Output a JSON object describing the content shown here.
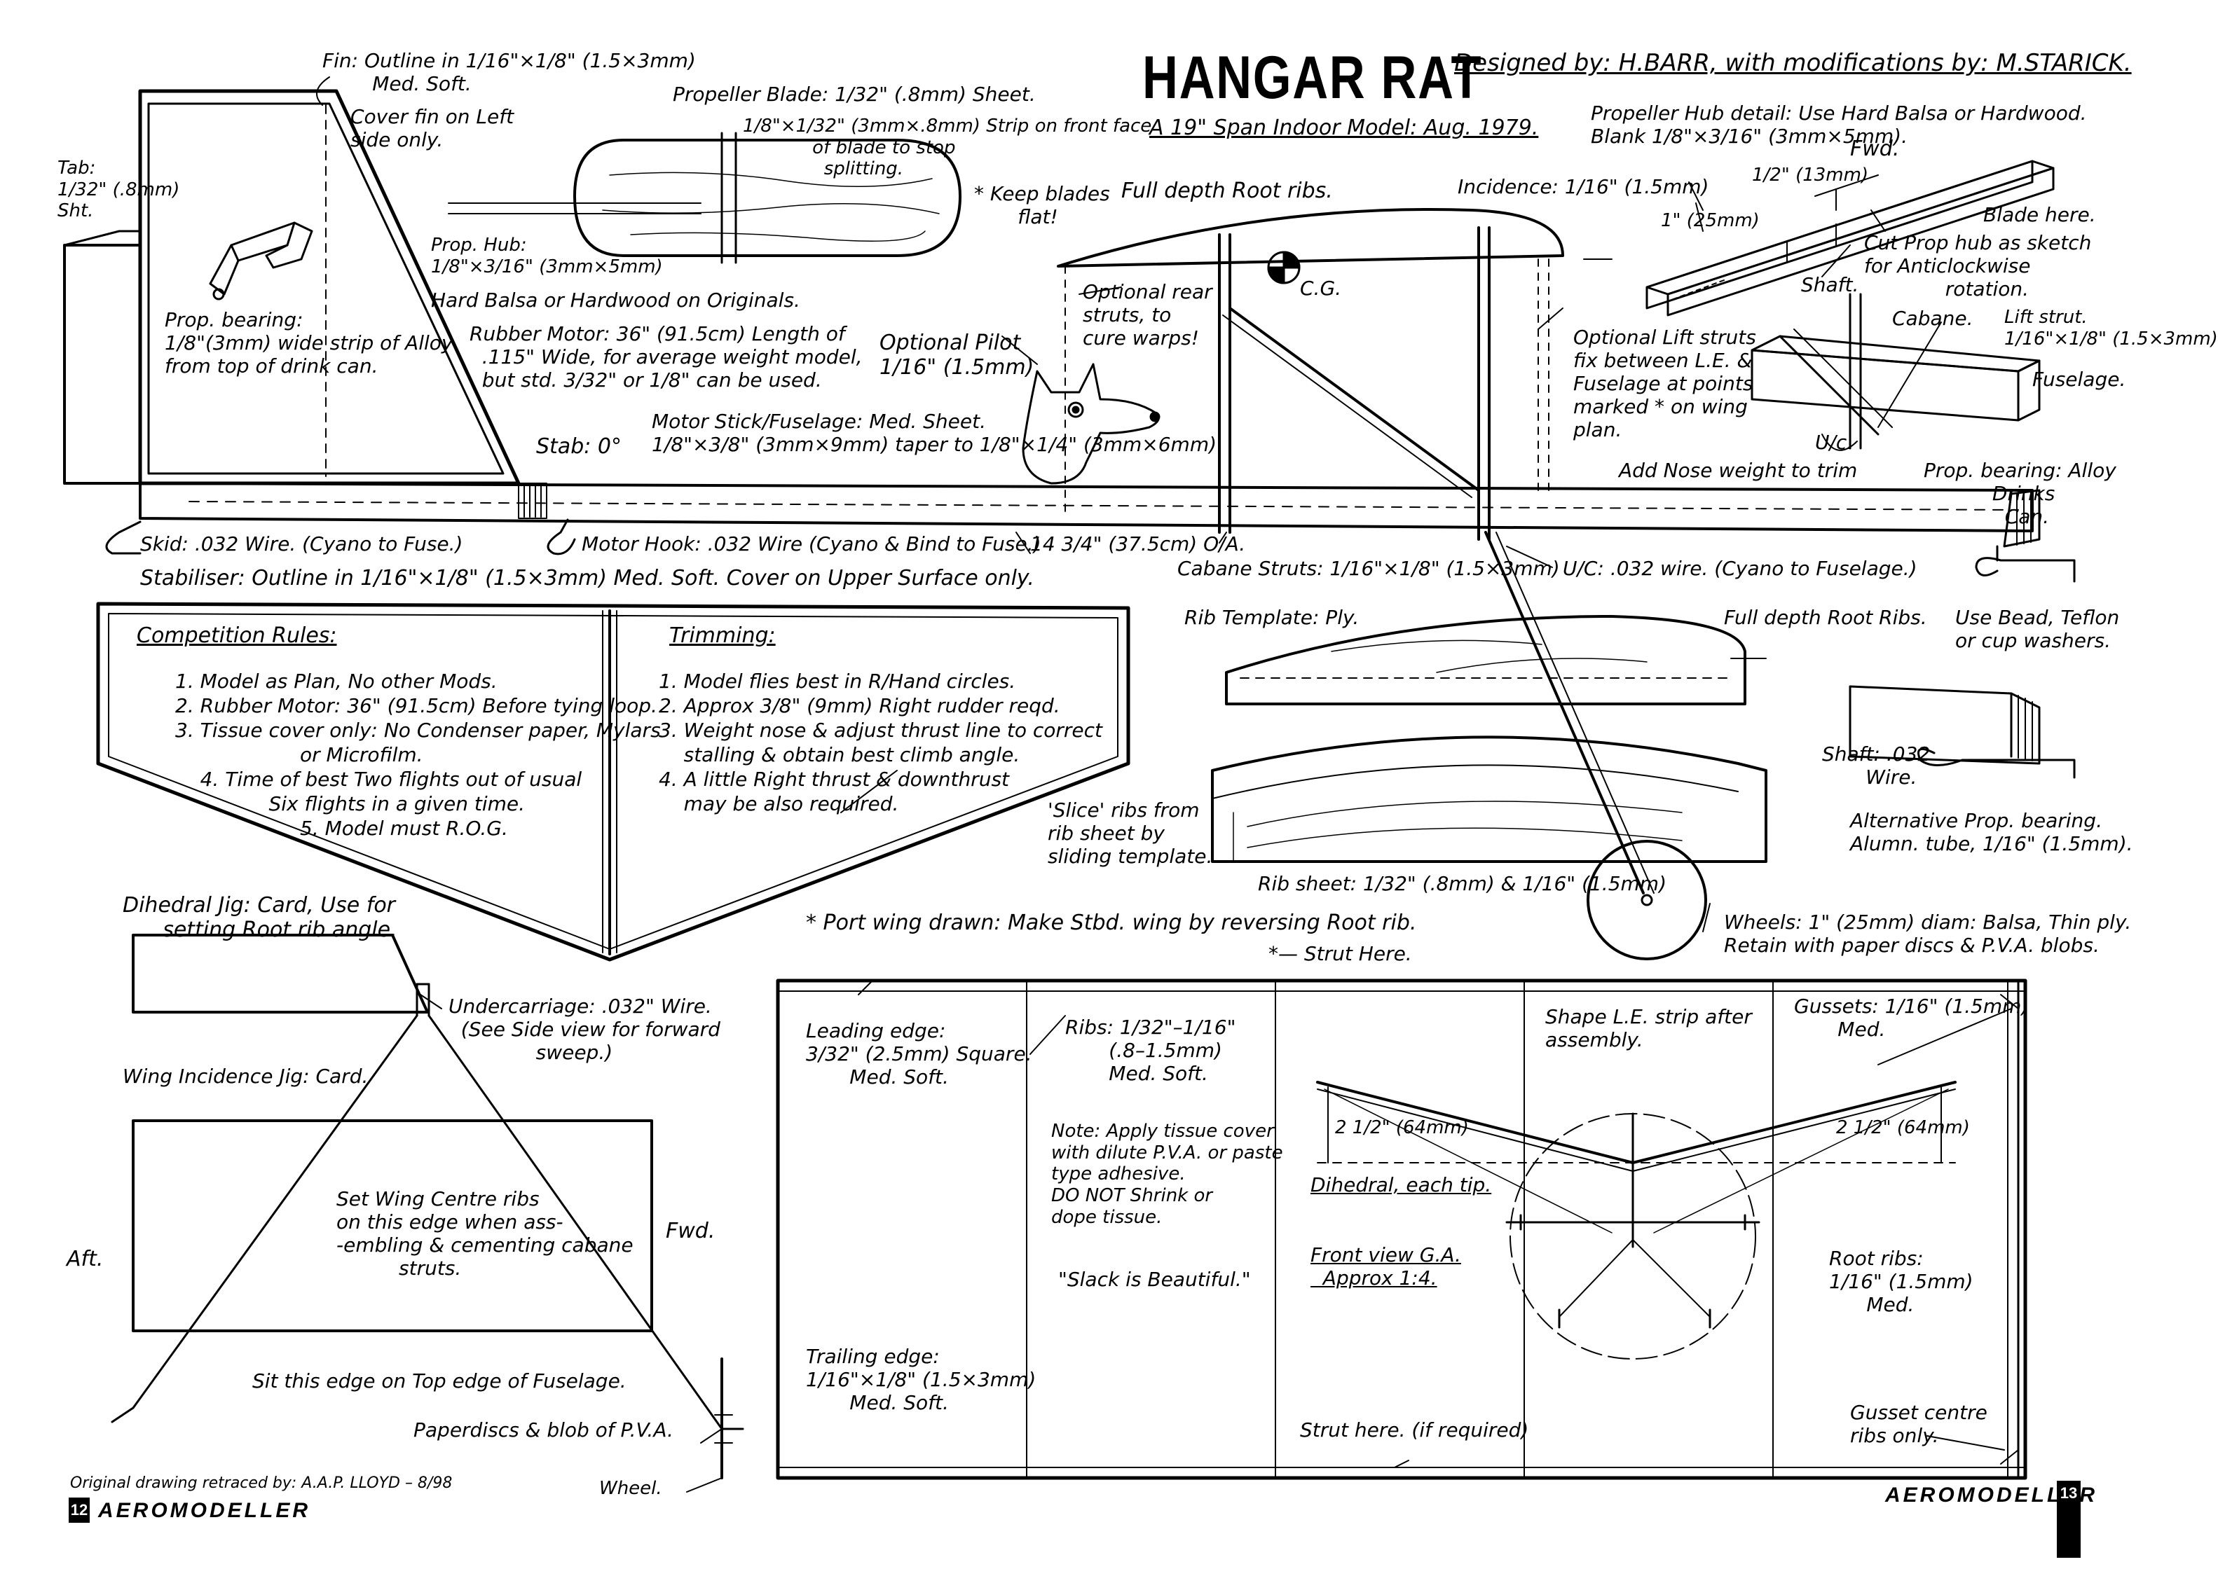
{
  "header": {
    "title": "HANGAR RAT",
    "designer": "Designed by: H.BARR, with modifications by: M.STARICK.",
    "subtitle": "A 19\" Span Indoor Model: Aug. 1979."
  },
  "fin": {
    "outline": "Fin: Outline in 1/16\"×1/8\" (1.5×3mm)\n        Med. Soft.",
    "cover": "Cover fin on Left\nside only.",
    "tab": "Tab:\n1/32\" (.8mm)\nSht.",
    "prop_bearing": "Prop. bearing:\n1/8\"(3mm) wide strip of Alloy\nfrom top of drink can."
  },
  "propeller": {
    "blade": "Propeller Blade: 1/32\" (.8mm) Sheet.",
    "strip": "1/8\"×1/32\" (3mm×.8mm) Strip on front face\n            of blade to stop\n              splitting.",
    "keep_flat": "* Keep blades\n       flat!",
    "hub": "Prop. Hub:\n1/8\"×3/16\" (3mm×5mm)",
    "hub_material": "Hard Balsa or Hardwood on Originals.",
    "rubber_motor": "Rubber Motor: 36\" (91.5cm) Length of\n  .115\" Wide, for average weight model,\n  but std. 3/32\" or 1/8\" can be used."
  },
  "side_view": {
    "full_depth_root": "Full depth Root ribs.",
    "cg": "C.G.",
    "optional_rear": "Optional rear\nstruts, to\ncure warps!",
    "optional_pilot": "Optional Pilot\n1/16\" (1.5mm)",
    "incidence": "Incidence: 1/16\" (1.5mm)",
    "motor_stick": "Motor Stick/Fuselage: Med. Sheet.\n1/8\"×3/8\" (3mm×9mm) taper to 1/8\"×1/4\" (3mm×6mm)",
    "stab": "Stab: 0°",
    "skid": "Skid: .032 Wire. (Cyano to Fuse.)",
    "motor_hook": "Motor Hook: .032 Wire (Cyano & Bind to Fuse.)",
    "length": "14 3/4\" (37.5cm) O/A.",
    "cabane": "Cabane Struts: 1/16\"×1/8\" (1.5×3mm)",
    "uc": "U/C: .032 wire. (Cyano to Fuselage.)",
    "optional_lift": "Optional Lift struts\nfix between L.E. &\nFuselage at points\nmarked * on wing\nplan.",
    "nose_weight": "Add Nose weight to trim",
    "prop_bearing_alloy": "Prop. bearing: Alloy\n           Drinks\n             Can."
  },
  "hub_detail": {
    "text": "Propeller Hub detail: Use Hard Balsa or Hardwood.\nBlank 1/8\"×3/16\" (3mm×5mm).",
    "fwd": "Fwd.",
    "dim_half": "1/2\" (13mm)",
    "dim_one": "1\" (25mm)",
    "blade_here": "Blade here.",
    "cut": "Cut Prop hub as sketch\nfor Anticlockwise\n             rotation.",
    "shaft": "Shaft.",
    "cabane": "Cabane.",
    "lift_strut": "Lift strut.\n1/16\"×1/8\" (1.5×3mm)",
    "fuselage": "Fuselage.",
    "uc": "U/c."
  },
  "stabiliser": {
    "label": "Stabiliser: Outline in 1/16\"×1/8\" (1.5×3mm) Med. Soft. Cover on Upper Surface only.",
    "rules_title": "Competition Rules:",
    "rules": "1. Model as Plan, No other Mods.\n2. Rubber Motor: 36\" (91.5cm) Before tying loop.\n3. Tissue cover only: No Condenser paper, Mylars\n                    or Microfilm.\n    4. Time of best Two flights out of usual\n               Six flights in a given time.\n                    5. Model must R.O.G.",
    "trim_title": "Trimming:",
    "trimming": "1. Model flies best in R/Hand circles.\n2. Approx 3/8\" (9mm) Right rudder reqd.\n3. Weight nose & adjust thrust line to correct\n    stalling & obtain best climb angle.\n4. A little Right thrust & downthrust\n    may be also required."
  },
  "ribs": {
    "template": "Rib Template: Ply.",
    "full_depth": "Full depth Root Ribs.",
    "slice": "'Slice' ribs from\nrib sheet by\nsliding template.",
    "sheet": "Rib sheet: 1/32\" (.8mm) & 1/16\" (1.5mm)"
  },
  "bearing_alt": {
    "bead": "Use Bead, Teflon\nor cup washers.",
    "shaft": "Shaft: .032\n       Wire.",
    "alt": "Alternative Prop. bearing.\nAlumn. tube, 1/16\" (1.5mm)."
  },
  "wheels": "Wheels: 1\" (25mm) diam: Balsa, Thin ply.\nRetain with paper discs & P.V.A. blobs.",
  "port_wing": "* Port wing drawn: Make Stbd. wing by reversing Root rib.",
  "strut_here": "*— Strut Here.",
  "jigs": {
    "dihedral": "Dihedral Jig: Card, Use for\n      setting Root rib angle.",
    "incidence": "Wing Incidence Jig: Card.",
    "undercarriage": "Undercarriage: .032\" Wire.\n  (See Side view for forward\n              sweep.)",
    "set_wing": "Set Wing Centre ribs\non this edge when ass-\n-embling & cementing cabane\n          struts.",
    "aft": "Aft.",
    "fwd": "Fwd.",
    "sit": "Sit this edge on Top edge of Fuselage.",
    "paperdiscs": "Paperdiscs & blob of P.V.A.",
    "wheel": "Wheel."
  },
  "wing": {
    "le": "Leading edge:\n3/32\" (2.5mm) Square.\n       Med. Soft.",
    "ribs": "Ribs: 1/32\"–1/16\"\n       (.8–1.5mm)\n       Med. Soft.",
    "note": "Note: Apply tissue cover\nwith dilute P.V.A. or paste\ntype adhesive.\nDO NOT Shrink or\ndope tissue.",
    "slack": "\"Slack is Beautiful.\"",
    "te": "Trailing edge:\n1/16\"×1/8\" (1.5×3mm)\n       Med. Soft.",
    "shape_le": "Shape L.E. strip after\nassembly.",
    "gussets": "Gussets: 1/16\" (1.5mm)\n       Med.",
    "dihedral_left": "2 1/2\" (64mm)",
    "dihedral_right": "2 1/2\" (64mm)",
    "dihedral_each": "Dihedral, each tip.",
    "front_view": "Front view G.A.\n  Approx 1:4.",
    "root_ribs": "Root ribs:\n1/16\" (1.5mm)\n      Med.",
    "gusset_centre": "Gusset centre\nribs only.",
    "strut_here": "Strut here. (if required)"
  },
  "footer": {
    "credit": "Original drawing retraced by: A.A.P. LLOYD – 8/98",
    "brand_left": "AEROMODELLER",
    "brand_right": "AEROMODELLER",
    "page_left": "12",
    "page_right": "13"
  }
}
